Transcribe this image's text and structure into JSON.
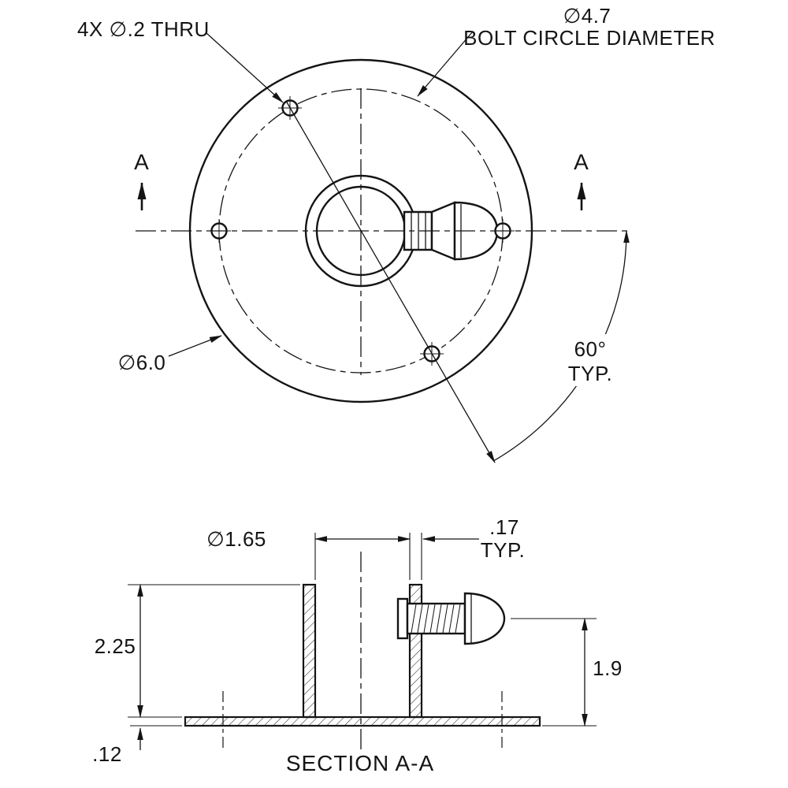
{
  "drawing": {
    "background": "#ffffff",
    "line_color": "#141414",
    "top_view": {
      "holes_callout": "4X ∅.2 THRU",
      "bolt_circle_diameter": "∅4.7",
      "bolt_circle_caption": "BOLT CIRCLE DIAMETER",
      "outer_diameter": "∅6.0",
      "angle": "60°",
      "angle_qualifier": "TYP.",
      "section_arrow_left": "A",
      "section_arrow_right": "A",
      "hole_count": 4,
      "hole_diameter": 0.2,
      "bolt_circle_value": 4.7,
      "outer_diameter_value": 6.0,
      "hole_spacing_degrees": 60
    },
    "section_view": {
      "caption": "SECTION A-A",
      "bore_diameter": "∅1.65",
      "bore_diameter_value": 1.65,
      "wall_thickness": ".17",
      "wall_thickness_qualifier": "TYP.",
      "wall_thickness_value": 0.17,
      "overall_height": "2.25",
      "overall_height_value": 2.25,
      "screw_center_height": "1.9",
      "screw_center_height_value": 1.9,
      "base_thickness": ".12",
      "base_thickness_value": 0.12
    }
  }
}
